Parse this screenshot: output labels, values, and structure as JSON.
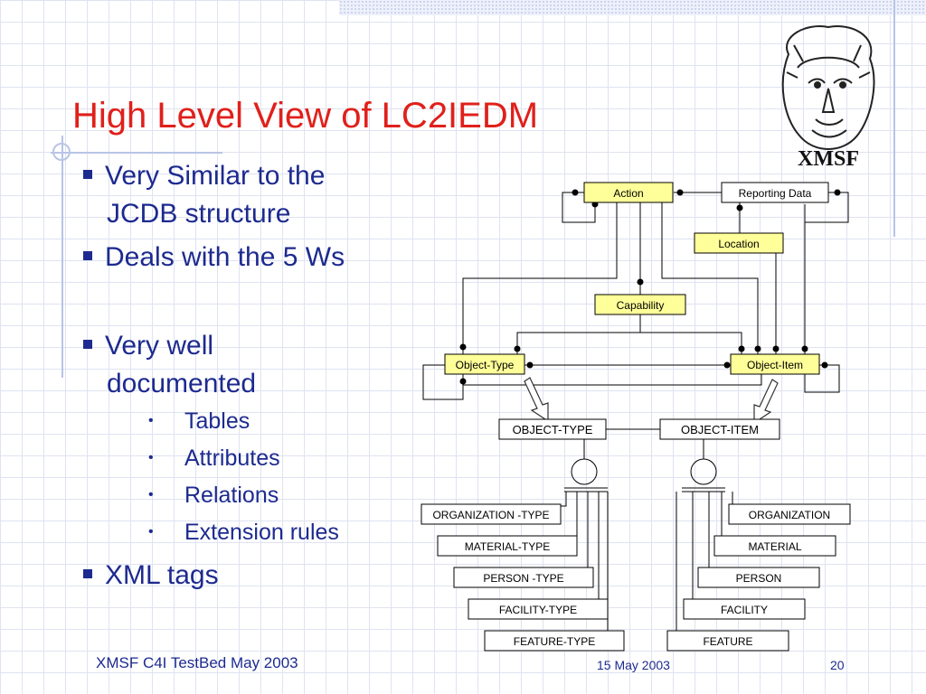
{
  "slide": {
    "title": "High Level View of LC2IEDM",
    "bullets": [
      {
        "lines": [
          "Very Similar to the",
          "JCDB structure"
        ]
      },
      {
        "lines": [
          "Deals with the 5 Ws"
        ]
      },
      {
        "lines": [
          "Very well",
          "documented"
        ]
      },
      {
        "lines": [
          "XML tags"
        ]
      }
    ],
    "sub_bullets": [
      "Tables",
      "Attributes",
      "Relations",
      "Extension rules"
    ],
    "footer": {
      "left": "XMSF C4I TestBed May 2003",
      "date": "15 May 2003",
      "page": "20"
    },
    "logo_text": "XMSF"
  },
  "diagram": {
    "entities": {
      "action": "Action",
      "reporting_data": "Reporting Data",
      "location": "Location",
      "capability": "Capability",
      "object_type": "Object-Type",
      "object_item": "Object-Item"
    },
    "tables": {
      "object_type": "OBJECT-TYPE",
      "object_item": "OBJECT-ITEM"
    },
    "type_subtypes": [
      "ORGANIZATION -TYPE",
      "MATERIAL-TYPE",
      "PERSON -TYPE",
      "FACILITY-TYPE",
      "FEATURE-TYPE"
    ],
    "item_subtypes": [
      "ORGANIZATION",
      "MATERIAL",
      "PERSON",
      "FACILITY",
      "FEATURE"
    ]
  },
  "colors": {
    "title": "#e0201b",
    "text": "#1d2a8f",
    "entity_fill": "#ffff99"
  }
}
